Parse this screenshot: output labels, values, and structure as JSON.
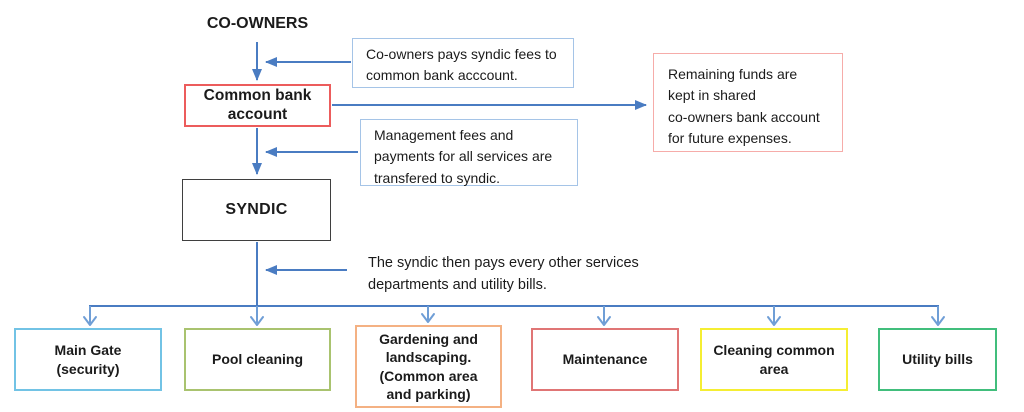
{
  "colors": {
    "arrow": "#4a7cc2",
    "arrow_light": "#6f9ed6",
    "co_owners_border": "#ababab",
    "common_bank_border": "#ec5c5c",
    "syndic_border": "#3f3f3f",
    "note_border": "#a5c4e7",
    "remaining_funds_border": "#f6aca9"
  },
  "nodes": {
    "co_owners": {
      "label": "CO-OWNERS",
      "border": "#ababab"
    },
    "common_bank": {
      "label": "Common bank account",
      "border": "#ec5c5c"
    },
    "syndic": {
      "label": "SYNDIC",
      "border": "#3f3f3f"
    }
  },
  "notes": {
    "co_owners_fee": {
      "border": "#a5c4e7",
      "lines": [
        "Co-owners pays syndic fees to",
        "common bank acccount."
      ]
    },
    "management_fee": {
      "border": "#a5c4e7",
      "lines": [
        "Management fees and",
        "payments for all services are",
        "transfered to syndic."
      ]
    },
    "remaining_funds": {
      "border": "#f6aca9",
      "lines": [
        "Remaining funds are",
        "kept in shared",
        "co-owners bank account",
        "for future expenses."
      ]
    },
    "syndic_pays": {
      "lines": [
        "The syndic  then pays every other services",
        "departments and utility bills."
      ]
    }
  },
  "services": [
    {
      "label": "Main Gate (security)",
      "border": "#72c3e5",
      "lines": [
        "Main Gate",
        "(security)"
      ]
    },
    {
      "label": "Pool cleaning",
      "border": "#a9c36f",
      "lines": [
        "Pool cleaning"
      ]
    },
    {
      "label": "Gardening and landscaping. (Common area and parking)",
      "border": "#f4b183",
      "lines": [
        "Gardening and",
        "landscaping.",
        "(Common area",
        "and parking)"
      ]
    },
    {
      "label": "Maintenance",
      "border": "#e07575",
      "lines": [
        "Maintenance"
      ]
    },
    {
      "label": "Cleaning common area",
      "border": "#f5ee33",
      "lines": [
        "Cleaning common",
        "area"
      ]
    },
    {
      "label": "Utility bills",
      "border": "#41be7c",
      "lines": [
        "Utility bills"
      ]
    }
  ]
}
